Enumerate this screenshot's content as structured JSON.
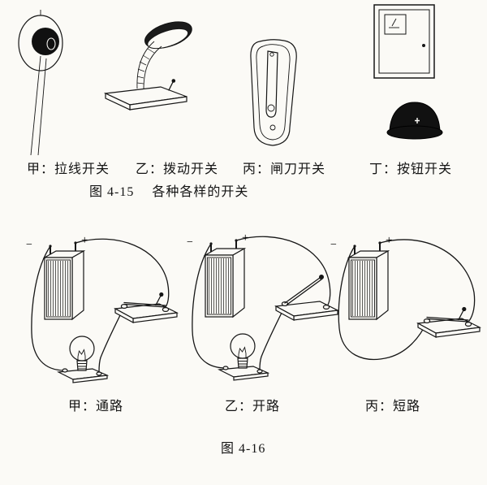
{
  "fig15": {
    "items": [
      {
        "label": "甲：拉线开关"
      },
      {
        "label": "乙：拨动开关"
      },
      {
        "label": "丙：闸刀开关"
      },
      {
        "label": "丁：按钮开关"
      }
    ],
    "caption_number": "图 4-15",
    "caption_title": "各种各样的开关"
  },
  "fig16": {
    "items": [
      {
        "label": "甲：通路"
      },
      {
        "label": "乙：开路"
      },
      {
        "label": "丙：短路"
      }
    ],
    "caption_number": "图 4-16"
  },
  "battery": {
    "minus": "−",
    "plus": "+"
  }
}
